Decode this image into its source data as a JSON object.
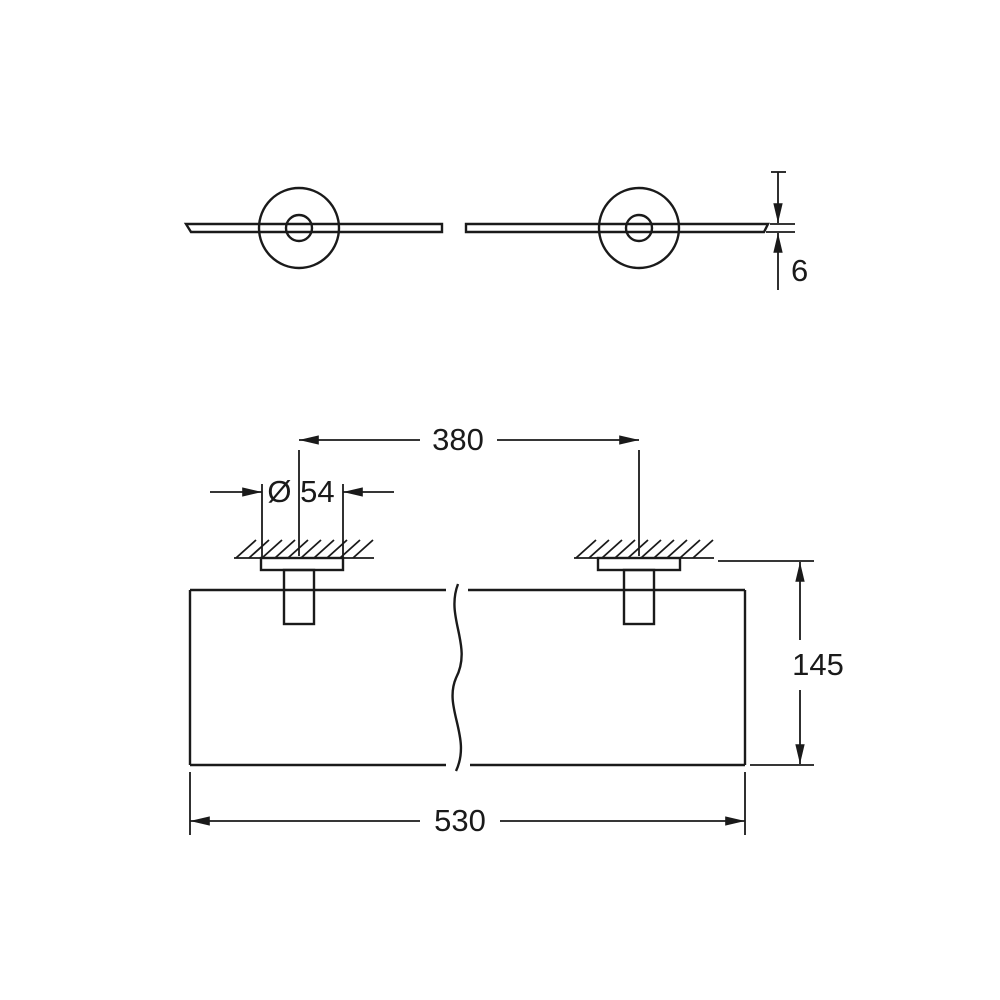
{
  "dimensions": {
    "mount_spacing": "380",
    "flange_diameter": "Ø 54",
    "shelf_depth": "145",
    "shelf_width": "530",
    "glass_thickness": "6"
  },
  "colors": {
    "line": "#1a1a1a",
    "background": "#ffffff"
  }
}
